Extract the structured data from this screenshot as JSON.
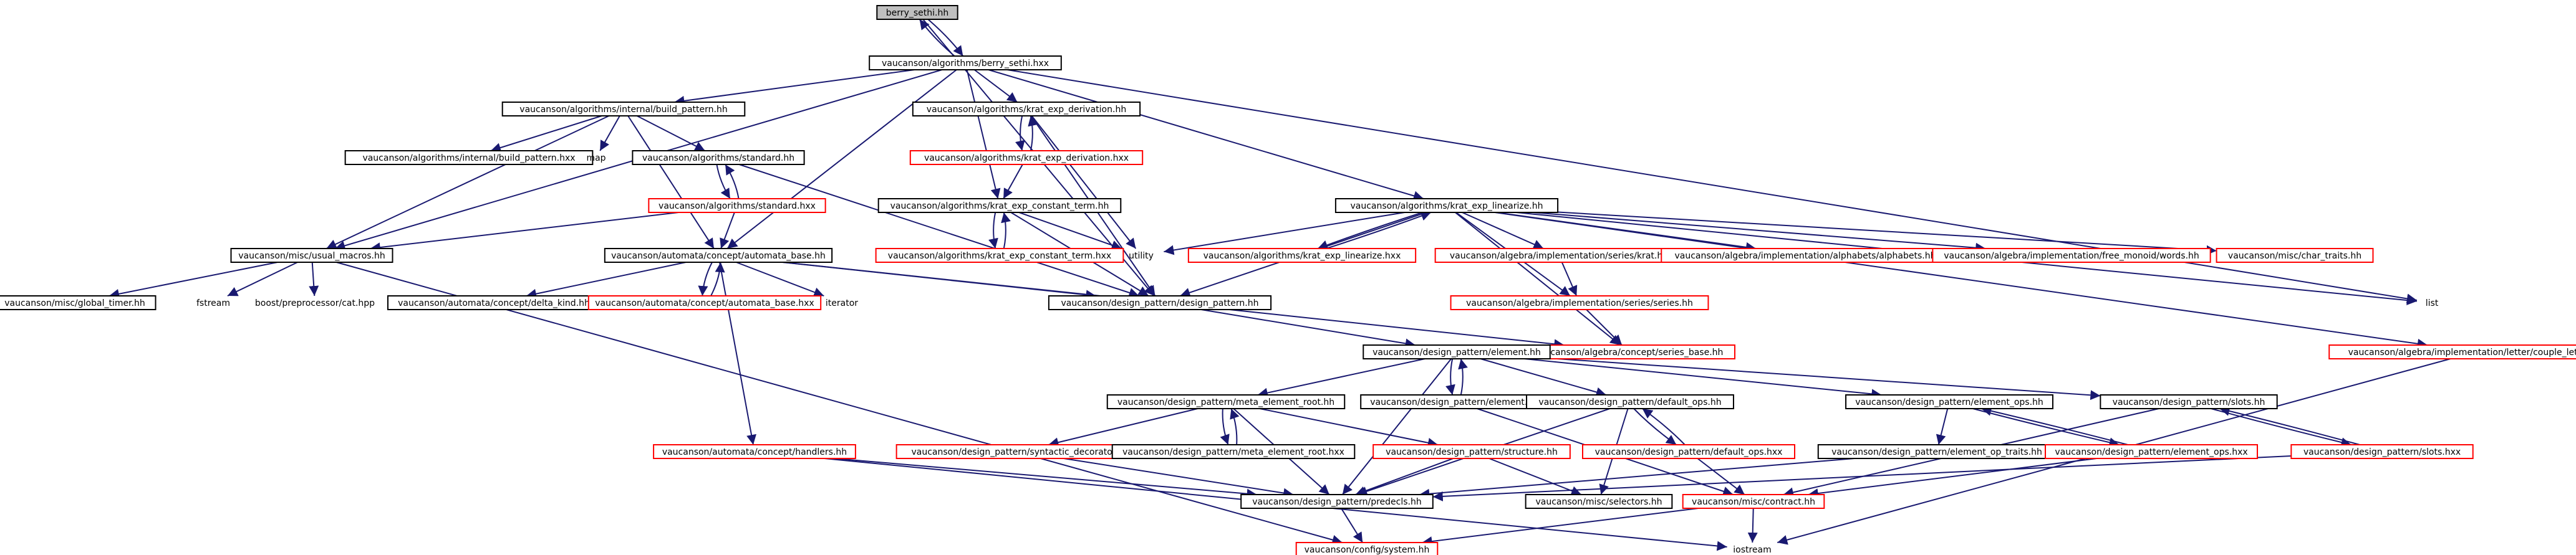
{
  "graph": {
    "edge_color": "#191970",
    "truncated_border_color": "#ff0000",
    "root_fill_color": "#bfbfbf",
    "nodes": [
      {
        "id": "root",
        "label": "berry_sethi.hh",
        "style": "root"
      },
      {
        "id": "bs_hxx",
        "label": "vaucanson/algorithms/berry_sethi.hxx",
        "style": "ok"
      },
      {
        "id": "bp_hh",
        "label": "vaucanson/algorithms/internal/build_pattern.hh",
        "style": "ok"
      },
      {
        "id": "bp_hxx",
        "label": "vaucanson/algorithms/internal/build_pattern.hxx",
        "style": "ok"
      },
      {
        "id": "map",
        "label": "map",
        "style": "plain"
      },
      {
        "id": "std_hh",
        "label": "vaucanson/algorithms/standard.hh",
        "style": "ok"
      },
      {
        "id": "std_hxx",
        "label": "vaucanson/algorithms/standard.hxx",
        "style": "trunc"
      },
      {
        "id": "ked_hh",
        "label": "vaucanson/algorithms/krat_exp_derivation.hh",
        "style": "ok"
      },
      {
        "id": "ked_hxx",
        "label": "vaucanson/algorithms/krat_exp_derivation.hxx",
        "style": "trunc"
      },
      {
        "id": "kect_hh",
        "label": "vaucanson/algorithms/krat_exp_constant_term.hh",
        "style": "ok"
      },
      {
        "id": "kect_hxx",
        "label": "vaucanson/algorithms/krat_exp_constant_term.hxx",
        "style": "trunc"
      },
      {
        "id": "utility",
        "label": "utility",
        "style": "plain"
      },
      {
        "id": "kel_hh",
        "label": "vaucanson/algorithms/krat_exp_linearize.hh",
        "style": "ok"
      },
      {
        "id": "kel_hxx",
        "label": "vaucanson/algorithms/krat_exp_linearize.hxx",
        "style": "trunc"
      },
      {
        "id": "krat_hh",
        "label": "vaucanson/algebra/implementation/series/krat.hh",
        "style": "trunc"
      },
      {
        "id": "alph_hh",
        "label": "vaucanson/algebra/implementation/alphabets/alphabets.hh",
        "style": "trunc"
      },
      {
        "id": "fmw_hh",
        "label": "vaucanson/algebra/implementation/free_monoid/words.hh",
        "style": "trunc"
      },
      {
        "id": "ct_hh",
        "label": "vaucanson/misc/char_traits.hh",
        "style": "trunc"
      },
      {
        "id": "list",
        "label": "list",
        "style": "plain"
      },
      {
        "id": "cl_hh",
        "label": "vaucanson/algebra/implementation/letter/couple_letter.hh",
        "style": "trunc"
      },
      {
        "id": "um_hh",
        "label": "vaucanson/misc/usual_macros.hh",
        "style": "ok"
      },
      {
        "id": "gt_hh",
        "label": "vaucanson/misc/global_timer.hh",
        "style": "ok"
      },
      {
        "id": "fstream",
        "label": "fstream",
        "style": "plain"
      },
      {
        "id": "ppcat",
        "label": "boost/preprocessor/cat.hpp",
        "style": "plain"
      },
      {
        "id": "ab_hh",
        "label": "vaucanson/automata/concept/automata_base.hh",
        "style": "ok"
      },
      {
        "id": "dk_hh",
        "label": "vaucanson/automata/concept/delta_kind.hh",
        "style": "ok"
      },
      {
        "id": "ab_hxx",
        "label": "vaucanson/automata/concept/automata_base.hxx",
        "style": "trunc"
      },
      {
        "id": "iterator",
        "label": "iterator",
        "style": "plain"
      },
      {
        "id": "dp_hh",
        "label": "vaucanson/design_pattern/design_pattern.hh",
        "style": "ok"
      },
      {
        "id": "ss_hh",
        "label": "vaucanson/algebra/implementation/series/series.hh",
        "style": "trunc"
      },
      {
        "id": "sb_hh",
        "label": "vaucanson/algebra/concept/series_base.hh",
        "style": "trunc"
      },
      {
        "id": "el_hh",
        "label": "vaucanson/design_pattern/element.hh",
        "style": "ok"
      },
      {
        "id": "mer_hh",
        "label": "vaucanson/design_pattern/meta_element_root.hh",
        "style": "ok"
      },
      {
        "id": "el_hxx",
        "label": "vaucanson/design_pattern/element.hxx",
        "style": "ok"
      },
      {
        "id": "do_hh",
        "label": "vaucanson/design_pattern/default_ops.hh",
        "style": "ok"
      },
      {
        "id": "eo_hh",
        "label": "vaucanson/design_pattern/element_ops.hh",
        "style": "ok"
      },
      {
        "id": "slots_hh",
        "label": "vaucanson/design_pattern/slots.hh",
        "style": "ok"
      },
      {
        "id": "handlers_hh",
        "label": "vaucanson/automata/concept/handlers.hh",
        "style": "trunc"
      },
      {
        "id": "sd_hh",
        "label": "vaucanson/design_pattern/syntactic_decorator.hh",
        "style": "trunc"
      },
      {
        "id": "mer_hxx",
        "label": "vaucanson/design_pattern/meta_element_root.hxx",
        "style": "ok"
      },
      {
        "id": "struct_hh",
        "label": "vaucanson/design_pattern/structure.hh",
        "style": "trunc"
      },
      {
        "id": "do_hxx",
        "label": "vaucanson/design_pattern/default_ops.hxx",
        "style": "trunc"
      },
      {
        "id": "eot_hh",
        "label": "vaucanson/design_pattern/element_op_traits.hh",
        "style": "ok"
      },
      {
        "id": "eo_hxx",
        "label": "vaucanson/design_pattern/element_ops.hxx",
        "style": "trunc"
      },
      {
        "id": "slots_hxx",
        "label": "vaucanson/design_pattern/slots.hxx",
        "style": "trunc"
      },
      {
        "id": "predecls_hh",
        "label": "vaucanson/design_pattern/predecls.hh",
        "style": "ok"
      },
      {
        "id": "selectors_hh",
        "label": "vaucanson/misc/selectors.hh",
        "style": "ok"
      },
      {
        "id": "contract_hh",
        "label": "vaucanson/misc/contract.hh",
        "style": "trunc"
      },
      {
        "id": "system_hh",
        "label": "vaucanson/config/system.hh",
        "style": "trunc"
      },
      {
        "id": "iostream",
        "label": "iostream",
        "style": "plain"
      }
    ],
    "edges": [
      [
        "root",
        "bs_hxx"
      ],
      [
        "bs_hxx",
        "root"
      ],
      [
        "root",
        "dp_hh"
      ],
      [
        "bs_hxx",
        "bp_hh"
      ],
      [
        "bs_hxx",
        "ked_hh"
      ],
      [
        "bs_hxx",
        "kect_hh"
      ],
      [
        "bs_hxx",
        "kel_hh"
      ],
      [
        "bs_hxx",
        "um_hh"
      ],
      [
        "bs_hxx",
        "ab_hh"
      ],
      [
        "bs_hxx",
        "list"
      ],
      [
        "bp_hh",
        "bp_hxx"
      ],
      [
        "bp_hh",
        "map"
      ],
      [
        "bp_hh",
        "std_hh"
      ],
      [
        "bp_hh",
        "um_hh"
      ],
      [
        "bp_hh",
        "ab_hh"
      ],
      [
        "std_hh",
        "std_hxx"
      ],
      [
        "std_hxx",
        "std_hh"
      ],
      [
        "std_hh",
        "dp_hh"
      ],
      [
        "std_hxx",
        "um_hh"
      ],
      [
        "std_hxx",
        "ab_hh"
      ],
      [
        "ked_hh",
        "ked_hxx"
      ],
      [
        "ked_hxx",
        "ked_hh"
      ],
      [
        "ked_hh",
        "utility"
      ],
      [
        "ked_hh",
        "dp_hh"
      ],
      [
        "ked_hxx",
        "kect_hh"
      ],
      [
        "kect_hh",
        "kect_hxx"
      ],
      [
        "kect_hxx",
        "kect_hh"
      ],
      [
        "kect_hh",
        "utility"
      ],
      [
        "kect_hh",
        "dp_hh"
      ],
      [
        "kel_hh",
        "kel_hxx"
      ],
      [
        "kel_hxx",
        "kel_hh"
      ],
      [
        "kel_hh",
        "utility"
      ],
      [
        "kel_hh",
        "dp_hh"
      ],
      [
        "kel_hh",
        "krat_hh"
      ],
      [
        "kel_hh",
        "alph_hh"
      ],
      [
        "kel_hh",
        "fmw_hh"
      ],
      [
        "kel_hh",
        "ct_hh"
      ],
      [
        "kel_hh",
        "list"
      ],
      [
        "kel_hh",
        "cl_hh"
      ],
      [
        "kel_hh",
        "sb_hh"
      ],
      [
        "kel_hh",
        "ss_hh"
      ],
      [
        "krat_hh",
        "ss_hh"
      ],
      [
        "ss_hh",
        "sb_hh"
      ],
      [
        "cl_hh",
        "iostream"
      ],
      [
        "um_hh",
        "gt_hh"
      ],
      [
        "um_hh",
        "fstream"
      ],
      [
        "um_hh",
        "ppcat"
      ],
      [
        "um_hh",
        "system_hh"
      ],
      [
        "ab_hh",
        "dk_hh"
      ],
      [
        "ab_hh",
        "ab_hxx"
      ],
      [
        "ab_hxx",
        "ab_hh"
      ],
      [
        "ab_hh",
        "iterator"
      ],
      [
        "ab_hh",
        "dp_hh"
      ],
      [
        "ab_hh",
        "handlers_hh"
      ],
      [
        "ab_hh",
        "sb_hh"
      ],
      [
        "dp_hh",
        "el_hh"
      ],
      [
        "el_hh",
        "mer_hh"
      ],
      [
        "el_hh",
        "el_hxx"
      ],
      [
        "el_hxx",
        "el_hh"
      ],
      [
        "el_hh",
        "do_hh"
      ],
      [
        "el_hh",
        "eo_hh"
      ],
      [
        "el_hh",
        "slots_hh"
      ],
      [
        "el_hh",
        "predecls_hh"
      ],
      [
        "mer_hh",
        "sd_hh"
      ],
      [
        "mer_hh",
        "mer_hxx"
      ],
      [
        "mer_hxx",
        "mer_hh"
      ],
      [
        "mer_hh",
        "struct_hh"
      ],
      [
        "mer_hh",
        "predecls_hh"
      ],
      [
        "el_hxx",
        "contract_hh"
      ],
      [
        "do_hh",
        "do_hxx"
      ],
      [
        "do_hxx",
        "do_hh"
      ],
      [
        "do_hh",
        "predecls_hh"
      ],
      [
        "do_hh",
        "selectors_hh"
      ],
      [
        "do_hxx",
        "contract_hh"
      ],
      [
        "eo_hh",
        "eot_hh"
      ],
      [
        "eo_hh",
        "eo_hxx"
      ],
      [
        "eo_hxx",
        "eo_hh"
      ],
      [
        "eot_hh",
        "predecls_hh"
      ],
      [
        "eo_hxx",
        "contract_hh"
      ],
      [
        "slots_hh",
        "slots_hxx"
      ],
      [
        "slots_hxx",
        "slots_hh"
      ],
      [
        "slots_hh",
        "contract_hh"
      ],
      [
        "slots_hxx",
        "predecls_hh"
      ],
      [
        "handlers_hh",
        "predecls_hh"
      ],
      [
        "handlers_hh",
        "iostream"
      ],
      [
        "sd_hh",
        "predecls_hh"
      ],
      [
        "struct_hh",
        "predecls_hh"
      ],
      [
        "struct_hh",
        "selectors_hh"
      ],
      [
        "predecls_hh",
        "system_hh"
      ],
      [
        "contract_hh",
        "system_hh"
      ],
      [
        "contract_hh",
        "iostream"
      ]
    ]
  }
}
